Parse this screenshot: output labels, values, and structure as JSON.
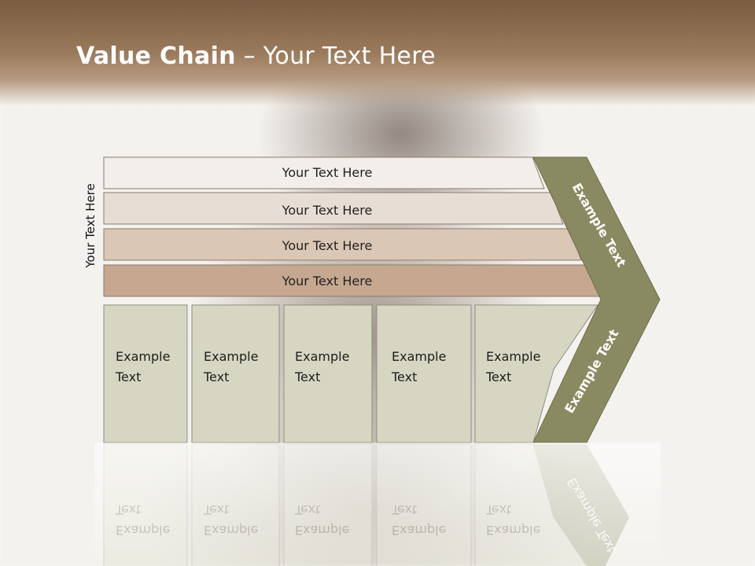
{
  "title": {
    "bold": "Value Chain",
    "rest": " – Your Text Here"
  },
  "side_label": "Your Text Here",
  "support_rows": [
    "Your Text Here",
    "Your Text Here",
    "Your Text Here",
    "Your Text Here"
  ],
  "primary_cells": [
    [
      "Example",
      "Text"
    ],
    [
      "Example",
      "Text"
    ],
    [
      "Example",
      "Text"
    ],
    [
      "Example",
      "Text"
    ],
    [
      "Example",
      "Text"
    ]
  ],
  "chevron_top": "Example Text",
  "chevron_bottom": "Example Text",
  "colors": {
    "row1": "#f2eeea",
    "row2": "#e8ddd4",
    "row3": "#dbc7b6",
    "row4": "#c6a890",
    "cells": "#d6d6c2",
    "chevron": "#8a8a62"
  }
}
